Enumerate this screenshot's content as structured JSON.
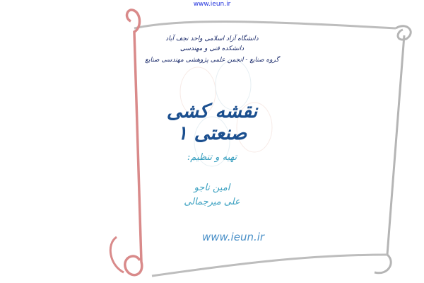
{
  "header": {
    "link": "www.ieun.ir"
  },
  "cover": {
    "university": "دانشگاه آزاد اسلامی واحد نجف آباد",
    "faculty": "دانشکده فنی و مهندسی",
    "department": "گروه صنایع - انجمن علمی پژوهشی مهندسی صنایع",
    "title": "نقشه کشی صنعتی ۱",
    "prepared_by_label": "تهیه و تنظیم:",
    "authors": [
      "امین ناجو",
      "علی میرجمالی"
    ],
    "website": "www.ieun.ir"
  },
  "colors": {
    "scroll_left": "#d98a8a",
    "scroll_right": "#b0b0b0",
    "title": "#1b4f8f",
    "accent": "#3aa0c0"
  }
}
